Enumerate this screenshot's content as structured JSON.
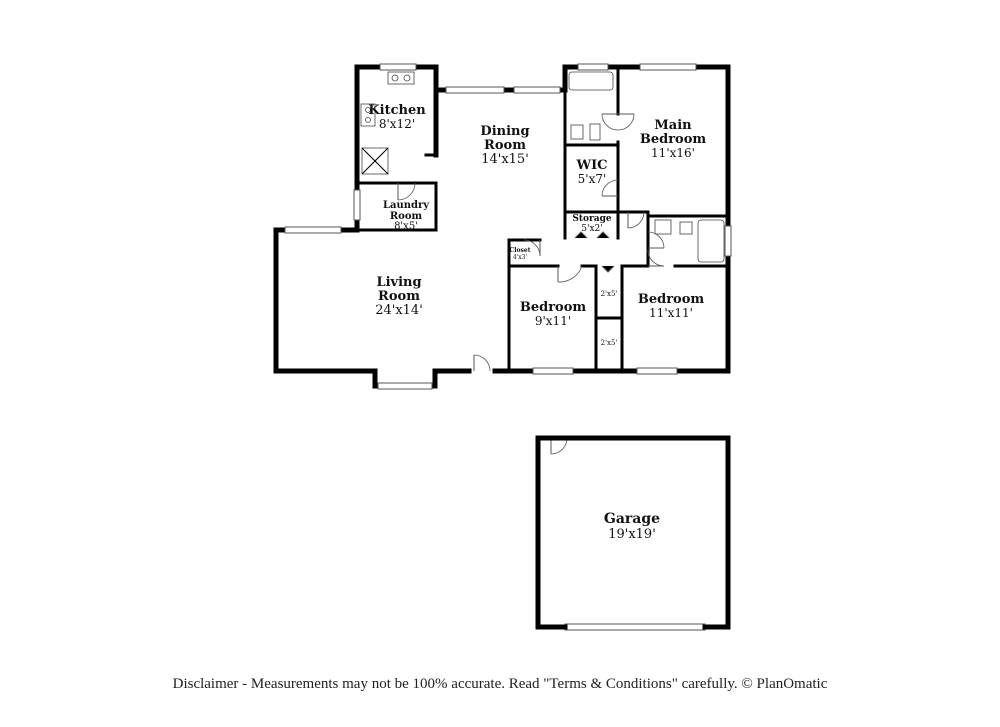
{
  "rooms": {
    "kitchen": {
      "name": "Kitchen",
      "dims": "8'x12'"
    },
    "dining": {
      "name_1": "Dining",
      "name_2": "Room",
      "dims": "14'x15'"
    },
    "main_bedroom": {
      "name_1": "Main",
      "name_2": "Bedroom",
      "dims": "11'x16'"
    },
    "wic": {
      "name": "WIC",
      "dims": "5'x7'"
    },
    "laundry": {
      "name_1": "Laundry",
      "name_2": "Room",
      "dims": "8'x5'"
    },
    "storage": {
      "name": "Storage",
      "dims": "5'x2'"
    },
    "closet": {
      "name": "Closet",
      "dims": "4'x3'"
    },
    "living": {
      "name_1": "Living",
      "name_2": "Room",
      "dims": "24'x14'"
    },
    "bedroom_left": {
      "name": "Bedroom",
      "dims": "9'x11'"
    },
    "bedroom_right": {
      "name": "Bedroom",
      "dims": "11'x11'"
    },
    "closet_upper": {
      "dims": "2'x5'"
    },
    "closet_lower": {
      "dims": "2'x5'"
    },
    "garage": {
      "name": "Garage",
      "dims": "19'x19'"
    }
  },
  "disclaimer": "Disclaimer - Measurements may not be 100% accurate. Read \"Terms & Conditions\" carefully. © PlanOmatic"
}
